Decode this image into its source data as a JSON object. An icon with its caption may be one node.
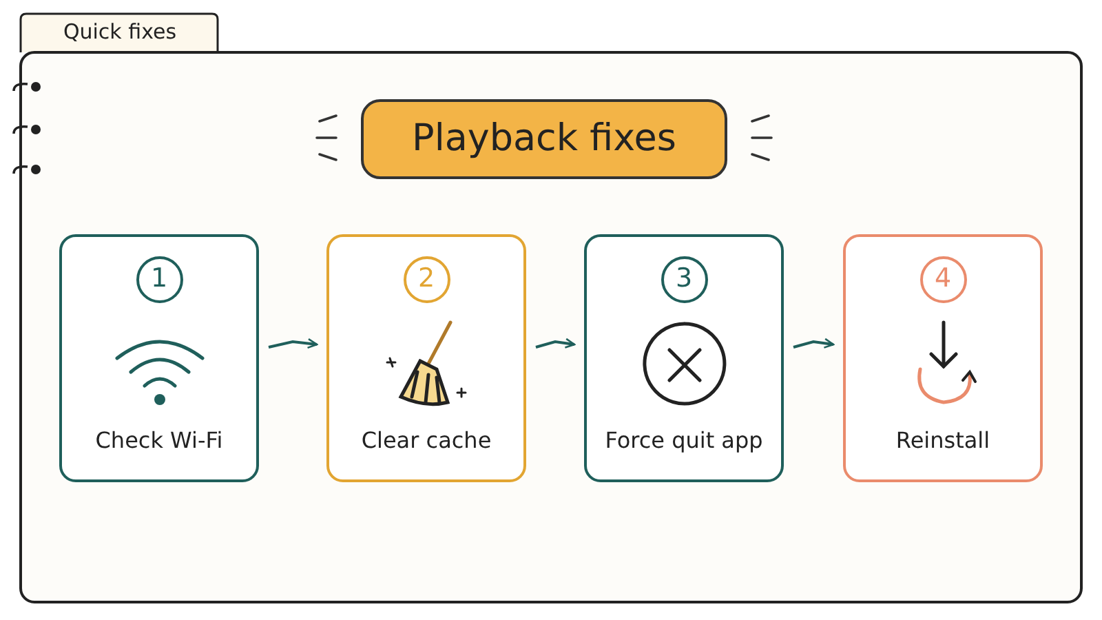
{
  "diagram": {
    "title": "Playback fixes",
    "nodes": [
      {
        "text": [
          "1",
          "Check Wi-Fi"
        ]
      },
      {
        "text": [
          "2",
          "Clear cache"
        ]
      },
      {
        "text": [
          "3",
          "Force quit app"
        ]
      },
      {
        "text": [
          "4",
          "Reinstall"
        ]
      }
    ],
    "edges": [
      {
        "from": 0,
        "to": 1,
        "arrow": "to"
      },
      {
        "from": 1,
        "to": 2,
        "arrow": "to"
      },
      {
        "from": 2,
        "to": 3,
        "arrow": "to"
      }
    ],
    "labels": [
      "Quick fixes"
    ]
  }
}
